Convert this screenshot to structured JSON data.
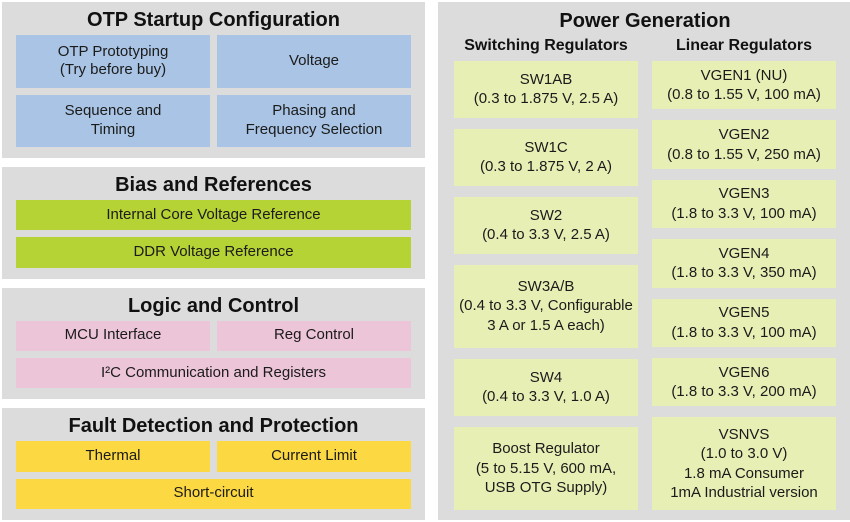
{
  "left": {
    "otp": {
      "title": "OTP Startup Configuration",
      "boxes": [
        "OTP Prototyping\n(Try before buy)",
        "Voltage",
        "Sequence and\nTiming",
        "Phasing and\nFrequency Selection"
      ]
    },
    "bias": {
      "title": "Bias and References",
      "boxes": [
        "Internal Core Voltage Reference",
        "DDR Voltage Reference"
      ]
    },
    "logic": {
      "title": "Logic and Control",
      "boxes": [
        "MCU Interface",
        "Reg Control",
        "I²C Communication and Registers"
      ]
    },
    "fault": {
      "title": "Fault Detection and Protection",
      "boxes": [
        "Thermal",
        "Current Limit",
        "Short-circuit"
      ]
    }
  },
  "right": {
    "title": "Power Generation",
    "columns": [
      {
        "header": "Switching Regulators",
        "items": [
          {
            "name": "SW1AB",
            "spec": "(0.3 to 1.875 V, 2.5 A)"
          },
          {
            "name": "SW1C",
            "spec": "(0.3 to 1.875 V, 2 A)"
          },
          {
            "name": "SW2",
            "spec": "(0.4 to 3.3 V, 2.5 A)"
          },
          {
            "name": "SW3A/B",
            "spec": "(0.4 to 3.3 V, Configurable\n3 A or 1.5 A each)"
          },
          {
            "name": "SW4",
            "spec": "(0.4 to 3.3 V, 1.0 A)"
          },
          {
            "name": "Boost Regulator",
            "spec": "(5 to 5.15 V, 600 mA,\nUSB OTG Supply)"
          }
        ]
      },
      {
        "header": "Linear Regulators",
        "items": [
          {
            "name": "VGEN1 (NU)",
            "spec": "(0.8 to 1.55 V, 100 mA)"
          },
          {
            "name": "VGEN2",
            "spec": "(0.8 to 1.55 V, 250 mA)"
          },
          {
            "name": "VGEN3",
            "spec": "(1.8 to 3.3 V, 100 mA)"
          },
          {
            "name": "VGEN4",
            "spec": "(1.8 to 3.3 V, 350 mA)"
          },
          {
            "name": "VGEN5",
            "spec": "(1.8 to 3.3 V, 100 mA)"
          },
          {
            "name": "VGEN6",
            "spec": "(1.8 to 3.3 V, 200 mA)"
          },
          {
            "name": "VSNVS",
            "spec": "(1.0 to 3.0 V)\n1.8 mA Consumer\n1mA Industrial version"
          }
        ]
      }
    ]
  },
  "colors": {
    "panel_gray": "#dcdcdc",
    "otp_blue": "#a9c4e4",
    "bias_green": "#b5d335",
    "logic_pink": "#edc5d8",
    "fault_yellow": "#fcd842",
    "regulator_light_green": "#e7efb5",
    "text": "#1b1b1b"
  }
}
